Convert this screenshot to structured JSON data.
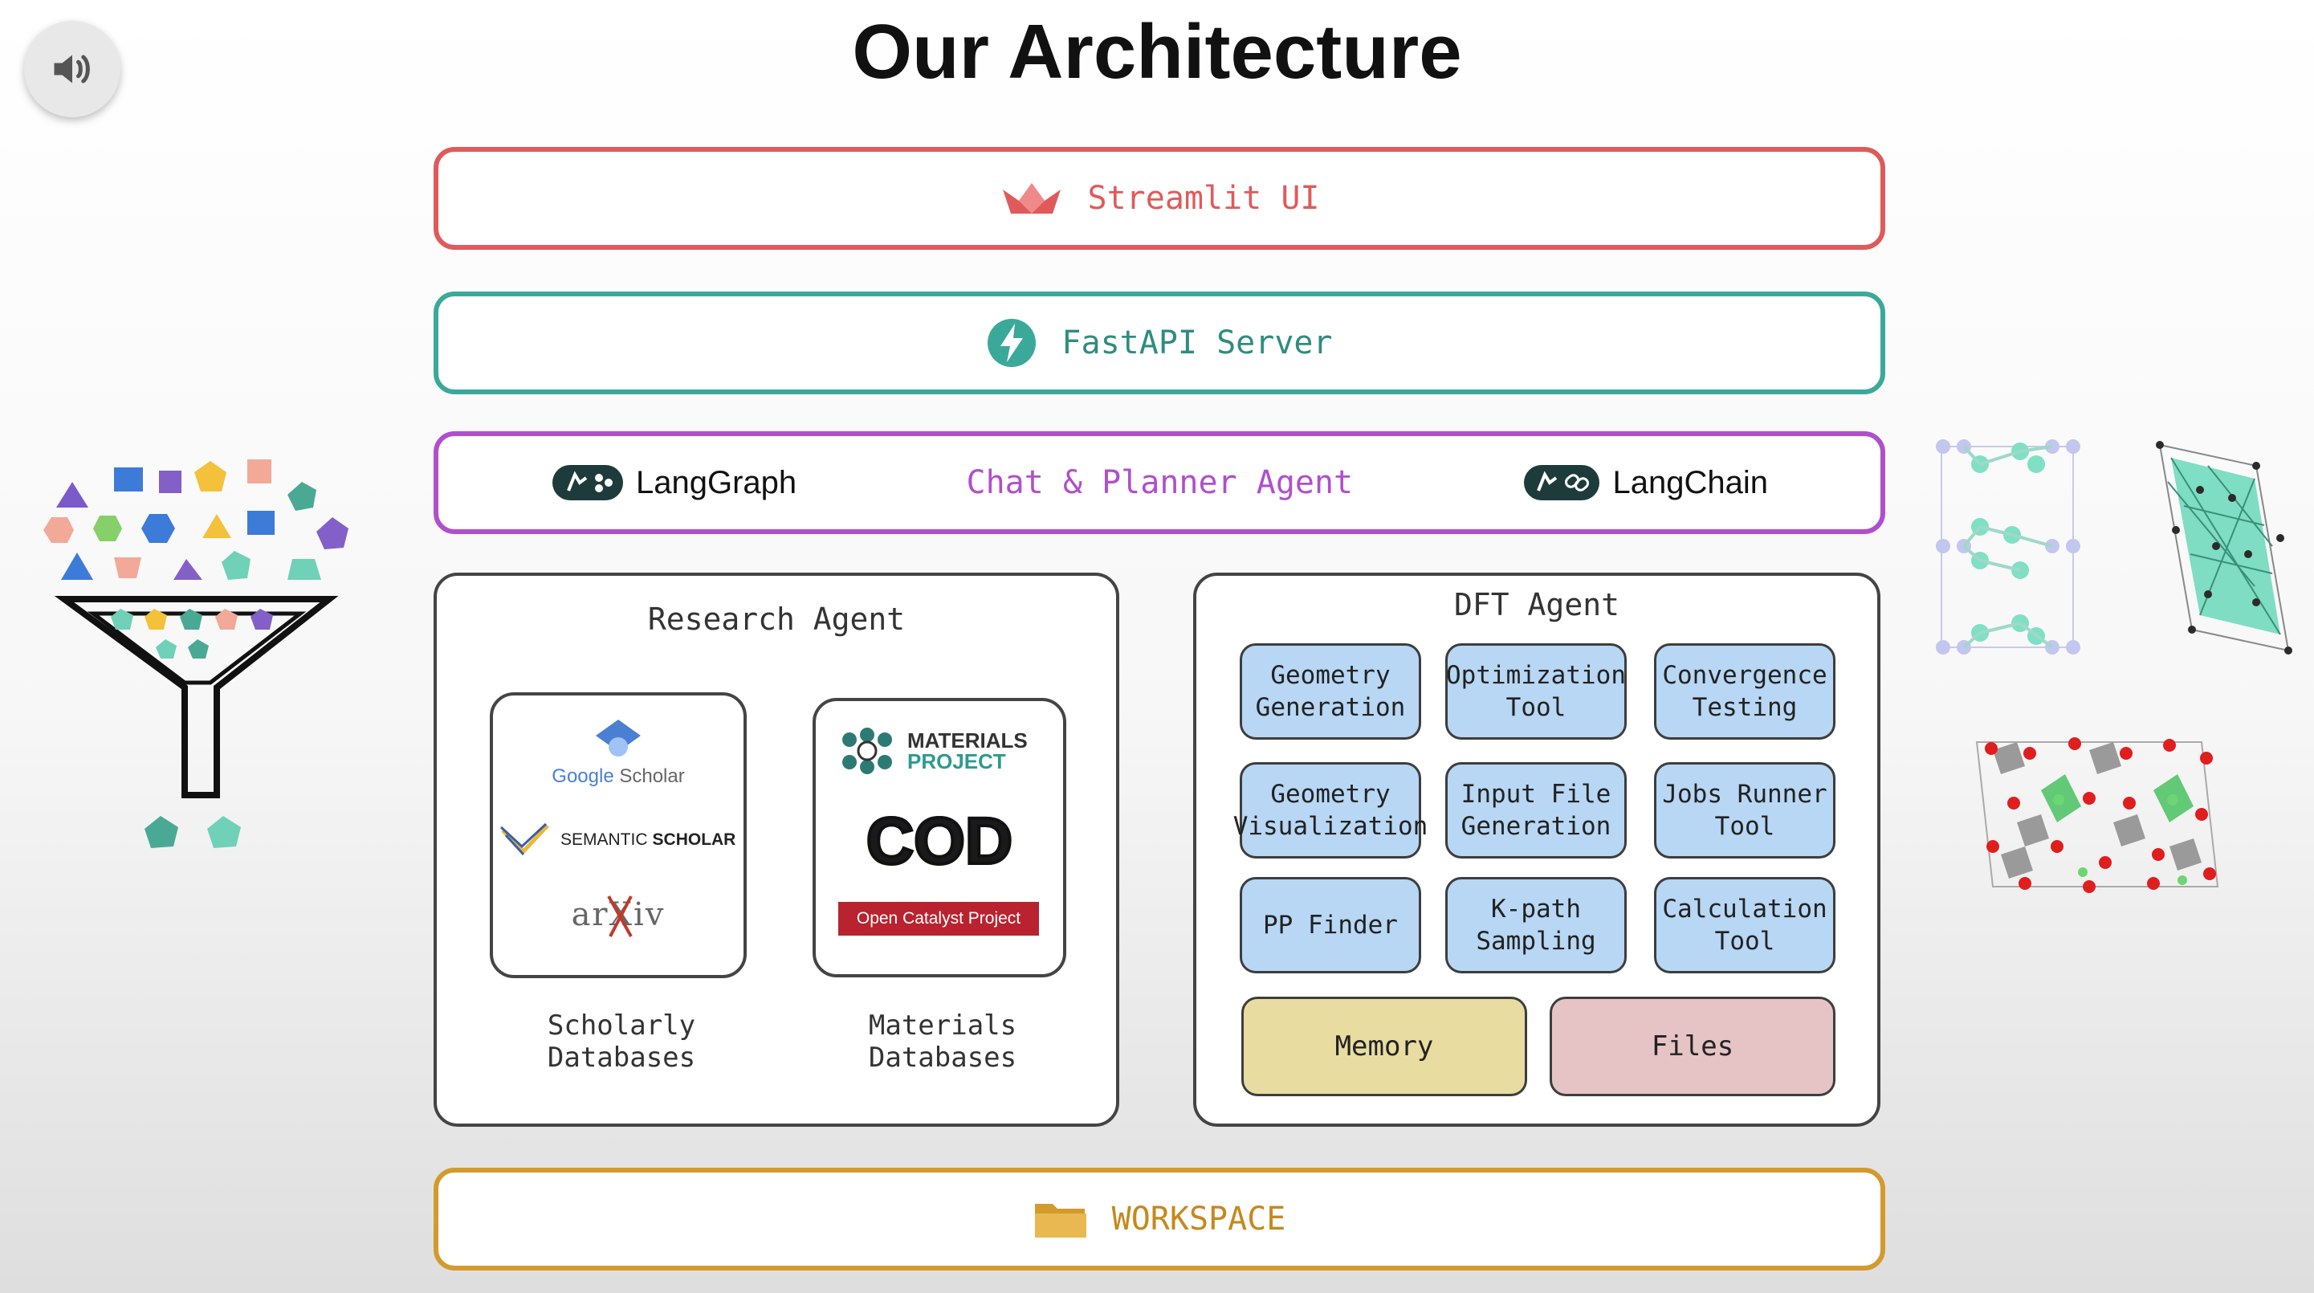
{
  "title": "Our Architecture",
  "colors": {
    "streamlit": "#e05a5a",
    "fastapi": "#3aa99a",
    "agent": "#b04fcc",
    "workspace": "#d39a2e",
    "tool_fill": "#b7d7f4",
    "memory_fill": "#e8dca1",
    "files_fill": "#e6c3c5"
  },
  "icons": [
    "speaker-icon",
    "streamlit-crown-icon",
    "fastapi-bolt-icon",
    "langgraph-icon",
    "langchain-icon",
    "folder-icon",
    "funnel-illustration",
    "crystal-structure-illustration"
  ],
  "layers": {
    "streamlit": "Streamlit UI",
    "fastapi": "FastAPI Server",
    "langgraph": "LangGraph",
    "agent": "Chat & Planner Agent",
    "langchain": "LangChain",
    "workspace": "WORKSPACE"
  },
  "research": {
    "title": "Research Agent",
    "scholarly_label": "Scholarly Databases",
    "materials_label": "Materials Databases",
    "google": "Google",
    "scholar": "Scholar",
    "semantic": "SEMANTIC",
    "semantic_scholar": "SCHOLAR",
    "arxiv": "arXiv",
    "mp_line1": "MATERIALS",
    "mp_line2": "PROJECT",
    "cod": "COD",
    "ocp": "Open Catalyst Project"
  },
  "dft": {
    "title": "DFT Agent",
    "tools": [
      "Geometry\nGeneration",
      "Optimization\nTool",
      "Convergence\nTesting",
      "Geometry\nVisualization",
      "Input File\nGeneration",
      "Jobs Runner\nTool",
      "PP Finder",
      "K-path\nSampling",
      "Calculation\nTool"
    ],
    "memory": "Memory",
    "files": "Files"
  }
}
